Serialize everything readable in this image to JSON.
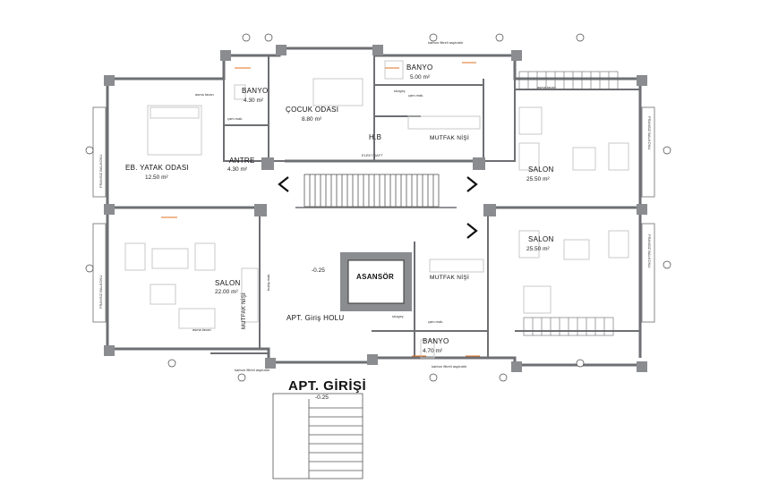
{
  "plan": {
    "rooms": {
      "eb_yatak": {
        "name": "EB. YATAK ODASI",
        "area": "12.50 m²"
      },
      "banyo_left": {
        "name": "BANYO",
        "area": "4.30 m²"
      },
      "antre": {
        "name": "ANTRE",
        "area": "4.30 m²"
      },
      "cocuk": {
        "name": "ÇOCUK ODASI",
        "area": "8.80 m²"
      },
      "hb": {
        "name": "H.B"
      },
      "banyo_top": {
        "name": "BANYO",
        "area": "5.00 m²"
      },
      "mutfak_top": {
        "name": "MUTFAK NİŞİ"
      },
      "salon_tr": {
        "name": "SALON",
        "area": "25.50 m²"
      },
      "salon_br": {
        "name": "SALON",
        "area": "25.50 m²"
      },
      "salon_left": {
        "name": "SALON",
        "area": "22.00 m²"
      },
      "mutfak_left": {
        "name": "MUTFAK NİŞİ"
      },
      "giris_holu": {
        "name": "APT. Giriş HOLU"
      },
      "asansor": {
        "name": "ASANSÖR"
      },
      "mutfak_bottom": {
        "name": "MUTFAK NİŞİ"
      },
      "banyo_bottom": {
        "name": "BANYO",
        "area": "4.70 m²"
      }
    },
    "entrance": {
      "title": "APT. GİRİŞİ",
      "level": "-0.25"
    },
    "hall_level": "-0.25",
    "small_labels": {
      "asma_tavan": "asma tavan",
      "gam_mak": "çam.mak.",
      "bulas_mak": "bulaş.mak.",
      "karbon": "karbon filtreli aspiratör",
      "fransiz": "FRANSIZ BALKONU",
      "elekt_saft": "ELEKT.ŞAFT",
      "sizgec": "süzgeç"
    },
    "colors": {
      "wall": "#6d6f73",
      "column": "#8a8c90",
      "furniture": "#c8c8c8",
      "accent": "#e07020"
    }
  }
}
